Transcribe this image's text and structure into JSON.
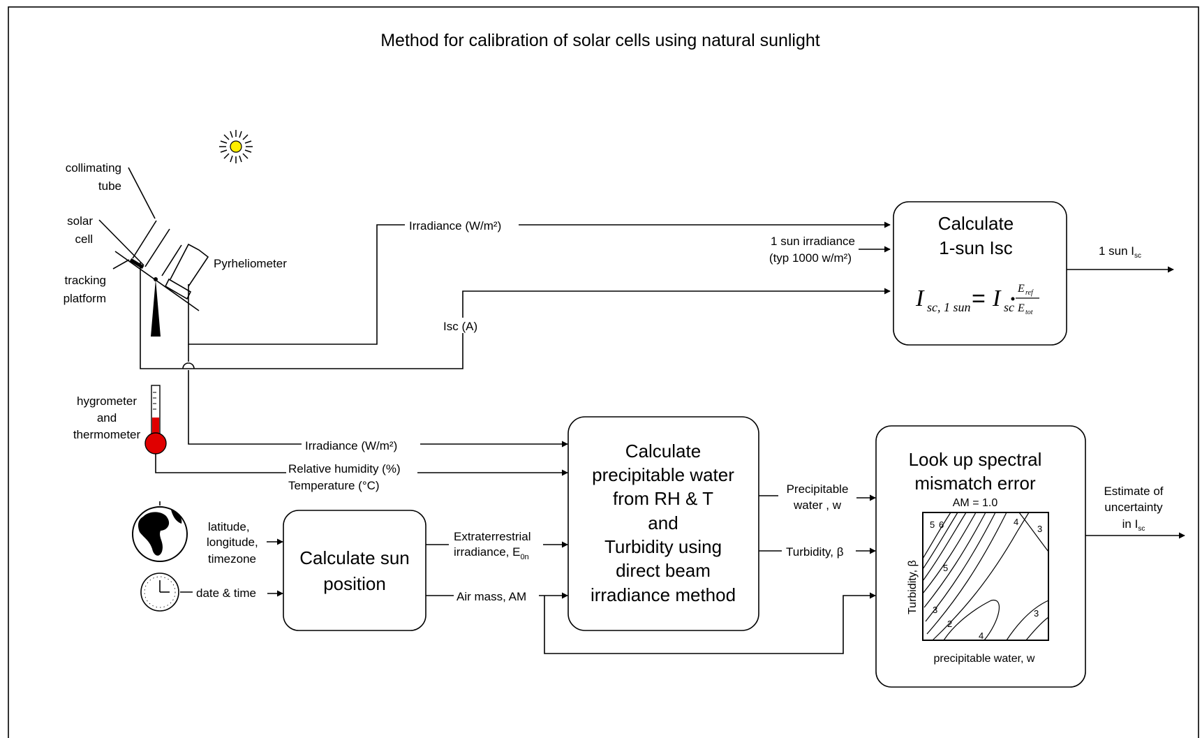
{
  "title": "Method for calibration of solar cells using natural sunlight",
  "equipment": {
    "collimating_tube": [
      "collimating",
      "tube"
    ],
    "solar_cell": [
      "solar",
      "cell"
    ],
    "tracking_platform": [
      "tracking",
      "platform"
    ],
    "pyrheliometer": "Pyrheliometer",
    "hygrometer": [
      "hygrometer",
      "and",
      "thermometer"
    ]
  },
  "signals": {
    "irradiance_top": "Irradiance (W/m²)",
    "isc": "Isc (A)",
    "one_sun": [
      "1 sun irradiance",
      "(typ 1000 w/m²)"
    ],
    "irradiance_mid": "Irradiance (W/m²)",
    "rh": "Relative humidity (%)",
    "temp": "Temperature (°C)",
    "latlon": [
      "latitude,",
      "longitude,",
      "timezone"
    ],
    "datetime": "date & time",
    "extraterrestrial": [
      "Extraterrestrial",
      "irradiance, E",
      "0n"
    ],
    "airmass": "Air mass, AM",
    "precip": [
      "Precipitable",
      "water , w"
    ],
    "turbidity": "Turbidity, β"
  },
  "boxes": {
    "calc_isc": [
      "Calculate",
      "1-sun Isc"
    ],
    "formula": {
      "I": "I",
      "sub1": "sc, 1 sun",
      "eq": "=",
      "I2": "I",
      "sub2": "sc",
      "num": "E",
      "num_sub": "ref",
      "den": "E",
      "den_sub": "tot"
    },
    "calc_sun": [
      "Calculate sun",
      "position"
    ],
    "calc_water": [
      "Calculate",
      "precipitable water",
      "from RH & T",
      "and",
      "Turbidity using",
      "direct beam",
      "irradiance method"
    ],
    "lookup": [
      "Look up spectral",
      "mismatch error"
    ]
  },
  "outputs": {
    "one_sun_isc": {
      "main": "1 sun I",
      "sub": "sc"
    },
    "estimate": [
      "Estimate of",
      "uncertainty",
      "in I"
    ],
    "estimate_sub": "sc"
  },
  "inset": {
    "am": "AM = 1.0",
    "ylabel": "Turbidity, β",
    "xlabel": "precipitable water, w",
    "contour_labels": [
      "5",
      "6",
      "4",
      "3",
      "5",
      "3",
      "3",
      "2",
      "4"
    ]
  },
  "colors": {
    "sun": "#ffee00",
    "thermometer": "#e00000",
    "line": "#000000"
  }
}
